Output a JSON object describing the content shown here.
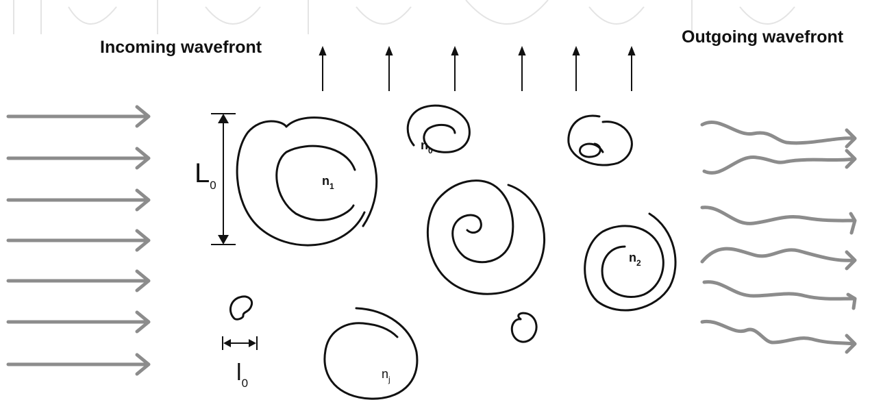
{
  "diagram": {
    "incoming_label": "Incoming wavefront",
    "outgoing_label": "Outgoing wavefront",
    "outer_scale": {
      "symbol": "L",
      "subscript": "0"
    },
    "inner_scale": {
      "symbol": "l",
      "subscript": "0"
    },
    "eddy_labels": [
      {
        "symbol": "n",
        "subscript": "1"
      },
      {
        "symbol": "n",
        "subscript": "0"
      },
      {
        "symbol": "n",
        "subscript": "2"
      },
      {
        "symbol": "n",
        "subscript": "j"
      }
    ],
    "colors": {
      "incoming_arrows": "#8c8c8c",
      "outgoing_arrows": "#8c8c8c",
      "lines": "#111111"
    }
  }
}
